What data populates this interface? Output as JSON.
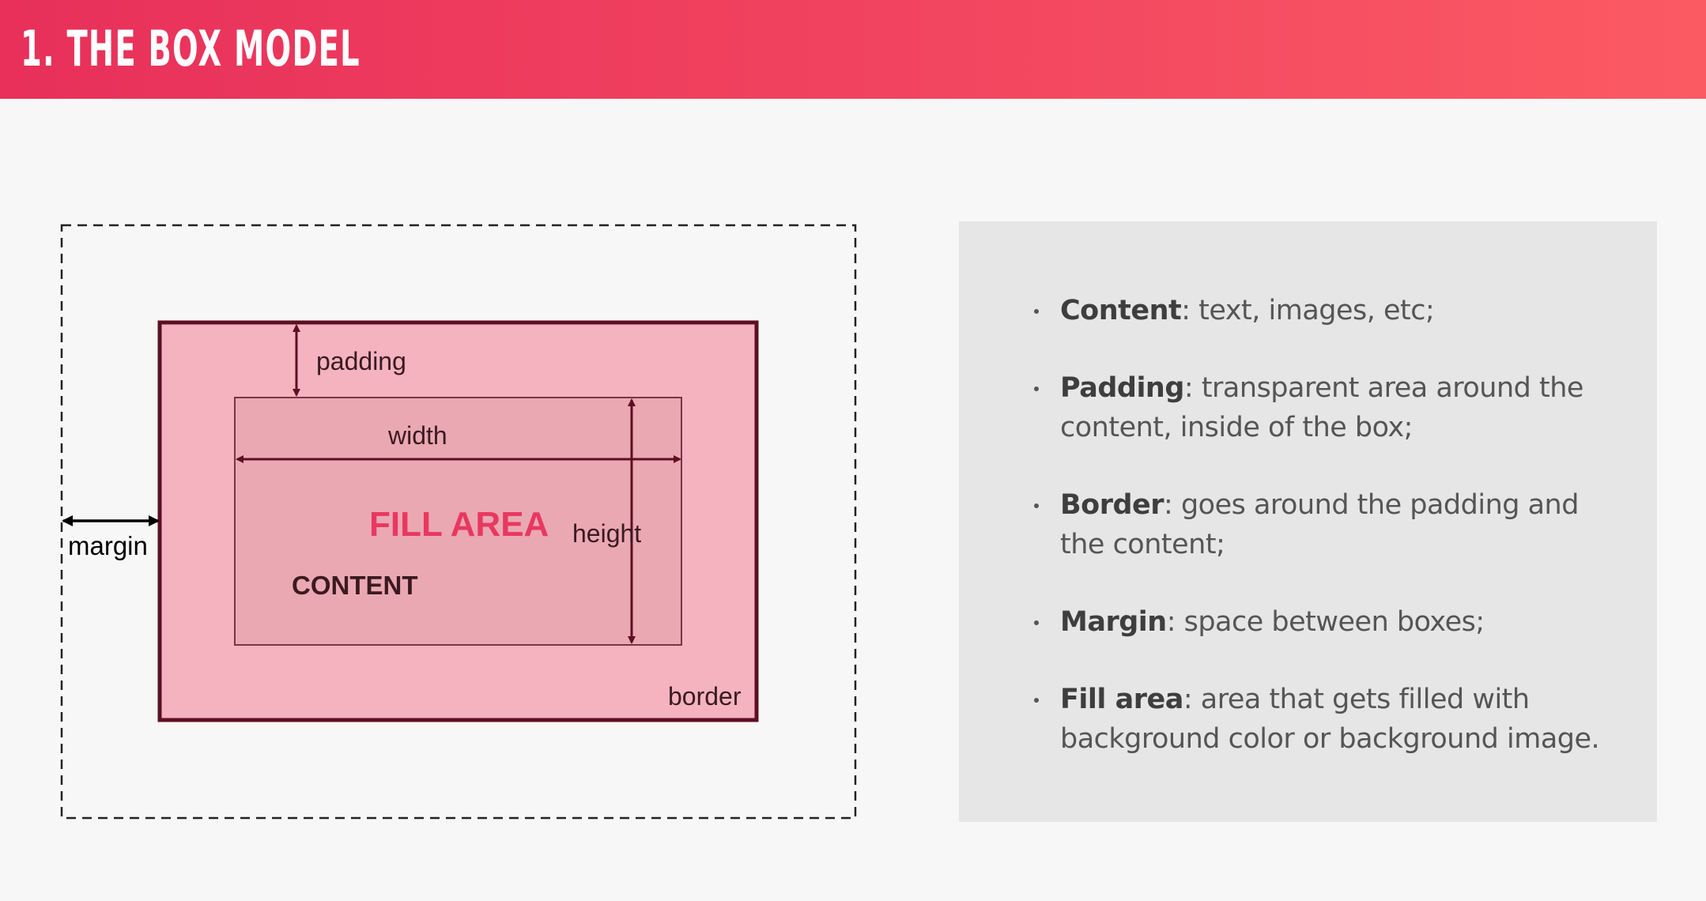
{
  "header": {
    "title": "1. THE BOX MODEL"
  },
  "diagram": {
    "labels": {
      "padding": "padding",
      "width": "width",
      "fill_area": "FILL AREA",
      "height": "height",
      "margin": "margin",
      "content": "CONTENT",
      "border": "border"
    },
    "colors": {
      "margin_outline": "#222222",
      "border_stroke": "#5e0f22",
      "padding_fill": "#f4b3be",
      "content_fill": "#eaa8b3",
      "content_stroke": "#7a3444",
      "fill_area_text": "#e8385f",
      "arrow": "#5e0f22"
    }
  },
  "info": {
    "items": [
      {
        "term": "Content",
        "text": ": text, images, etc;"
      },
      {
        "term": "Padding",
        "text": ": transparent area around the content, inside of the box;"
      },
      {
        "term": "Border",
        "text": ": goes around the padding and the content;"
      },
      {
        "term": "Margin",
        "text": ": space between boxes;"
      },
      {
        "term": "Fill area",
        "text": ": area that gets filled with background color or background image."
      }
    ]
  }
}
